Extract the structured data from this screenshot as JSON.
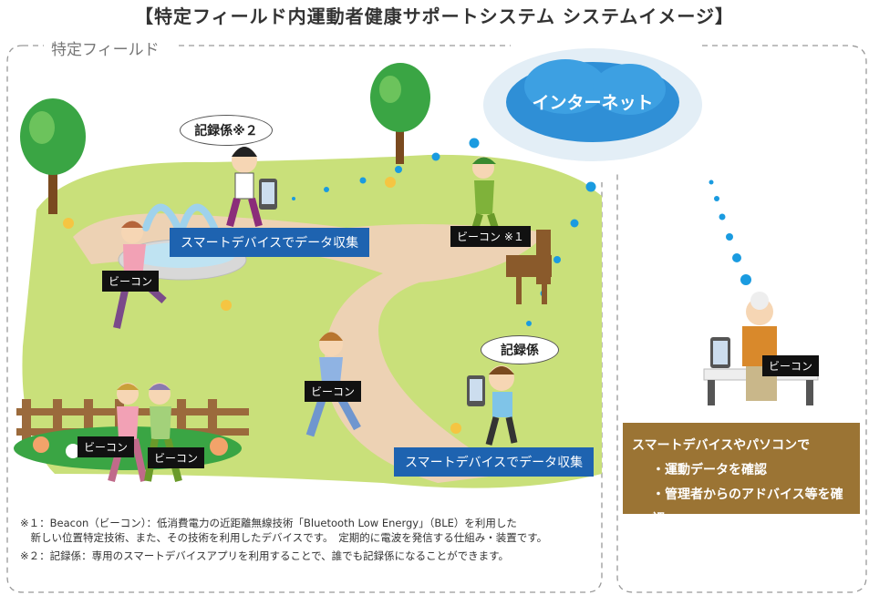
{
  "title": "【特定フィールド内運動者健康サポートシステム システムイメージ】",
  "field_label": "特定フィールド",
  "cloud_label": "インターネット",
  "bubble_recorder2": "記録係※２",
  "bubble_recorder": "記録係",
  "beacon_labels": [
    "ビーコン",
    "ビーコン ※１",
    "ビーコン",
    "ビーコン",
    "ビーコン",
    "ビーコン"
  ],
  "collect_label_1": "スマートデバイスでデータ収集",
  "collect_label_2": "スマートデバイスでデータ収集",
  "right_box": {
    "heading": "スマートデバイスやパソコンで",
    "items": [
      "・運動データを確認",
      "・管理者からのアドバイス等を確認"
    ]
  },
  "notes": [
    "※１：Beacon（ビーコン）：低消費電力の近距離無線技術「Bluetooth Low Energy」（BLE）を利用した",
    "　新しい位置特定技術、また、その技術を利用したデバイスです。　定期的に電波を発信する仕組み・装置です。",
    "※２：記録係：専用のスマートデバイスアプリを利用することで、誰でも記録係になることができます。"
  ],
  "colors": {
    "beacon_dot": "#1a9be0",
    "label_blue": "#1e63b0",
    "box_brown": "#9b7434",
    "grass": "#c9e07a",
    "path": "#edd2b4"
  }
}
